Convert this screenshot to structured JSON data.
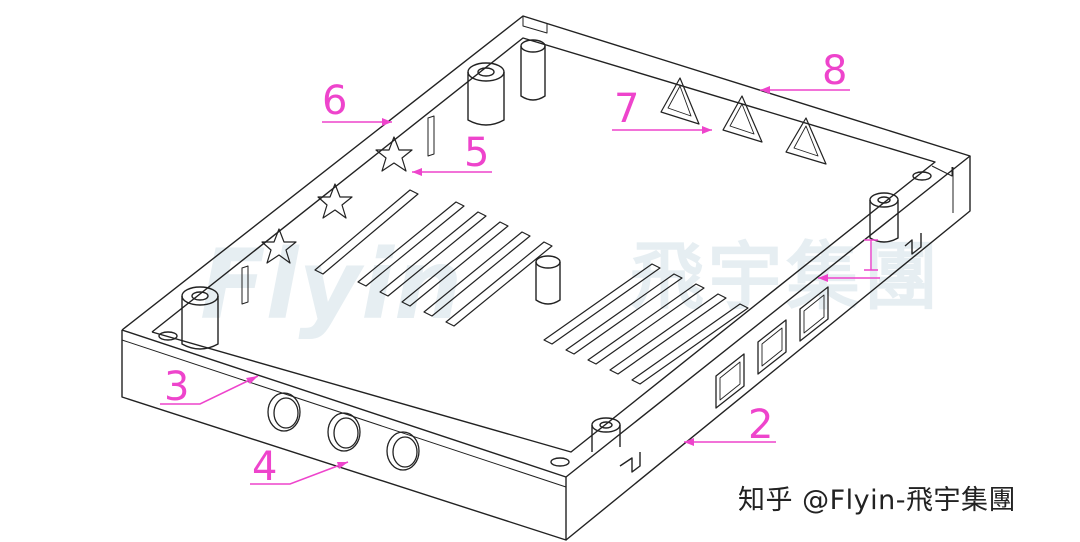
{
  "watermark": {
    "logo_text": "Flyin",
    "name_text": "飛宇集團"
  },
  "credit": "知乎 @Flyin-飛宇集團",
  "callouts": [
    {
      "number": "1",
      "target": "side-window"
    },
    {
      "number": "2",
      "target": "front-right-wall"
    },
    {
      "number": "3",
      "target": "front-left-wall"
    },
    {
      "number": "4",
      "target": "round-holes"
    },
    {
      "number": "5",
      "target": "star-cutouts"
    },
    {
      "number": "6",
      "target": "left-rear-wall"
    },
    {
      "number": "7",
      "target": "triangle-cutouts"
    },
    {
      "number": "8",
      "target": "right-rear-wall"
    }
  ],
  "colors": {
    "callout": "#ee44cc",
    "line": "#222222",
    "watermark": "#e6eef2"
  }
}
